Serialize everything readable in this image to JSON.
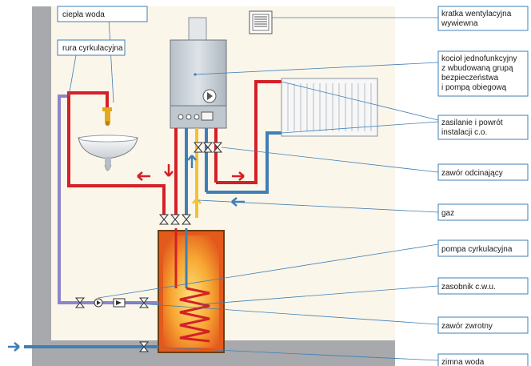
{
  "labels": {
    "hot_water": "ciepła woda",
    "circ_pipe": "rura cyrkulacyjna",
    "vent_grille": [
      "kratka wentylacyjna",
      "wywiewna"
    ],
    "boiler": [
      "kocioł jednofunkcyjny",
      "z wbudowaną grupą",
      "bezpieczeństwa",
      "i pompą obiegową"
    ],
    "supply_return": [
      "zasilanie i powrót",
      "instalacji c.o."
    ],
    "shutoff_valve": "zawór odcinający",
    "gas": "gaz",
    "circ_pump": "pompa cyrkulacyjna",
    "dhw_tank": "zasobnik c.w.u.",
    "check_valve": "zawór zwrotny",
    "cold_water": "zimna woda"
  },
  "colors": {
    "hot": "#d42027",
    "cold": "#3f7fb6",
    "gas": "#f2c230",
    "wall": "#a7a9ac",
    "room": "#fbf6ea",
    "boiler": "#c9d1d8",
    "tank": "#f39a1e",
    "lead": "#3f7fb6"
  }
}
